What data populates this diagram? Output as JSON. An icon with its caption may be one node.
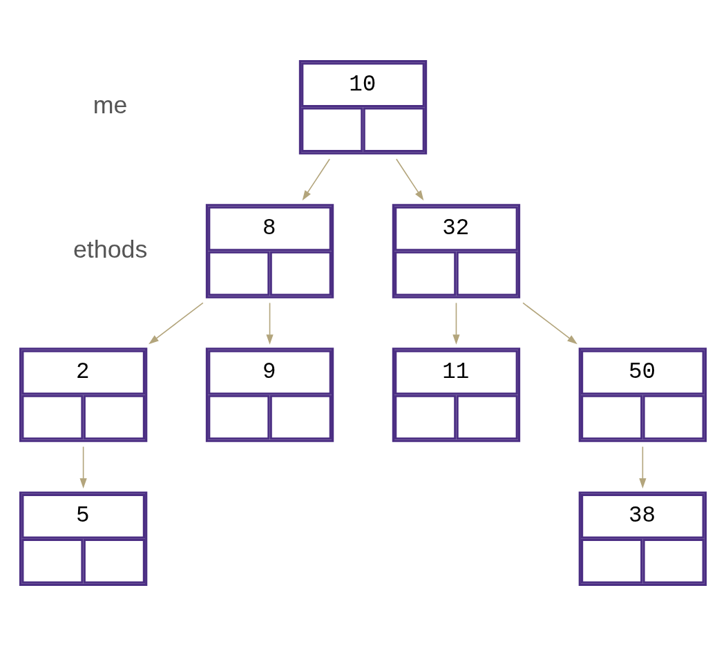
{
  "diagram": {
    "nodes": [
      {
        "text": [
          "10"
        ]
      },
      {
        "text": [
          "8"
        ]
      },
      {
        "text": [
          "32"
        ]
      },
      {
        "text": [
          "2"
        ]
      },
      {
        "text": [
          "9"
        ]
      },
      {
        "text": [
          "11"
        ]
      },
      {
        "text": [
          "50"
        ]
      },
      {
        "text": [
          "5"
        ]
      },
      {
        "text": [
          "38"
        ]
      }
    ],
    "edges": [
      {
        "from": 0,
        "to": 1,
        "arrow": "to"
      },
      {
        "from": 0,
        "to": 2,
        "arrow": "to"
      },
      {
        "from": 1,
        "to": 3,
        "arrow": "to"
      },
      {
        "from": 1,
        "to": 4,
        "arrow": "to"
      },
      {
        "from": 2,
        "to": 5,
        "arrow": "to"
      },
      {
        "from": 2,
        "to": 6,
        "arrow": "to"
      },
      {
        "from": 3,
        "to": 7,
        "arrow": "to"
      },
      {
        "from": 6,
        "to": 8,
        "arrow": "to"
      }
    ],
    "labels": [
      "me",
      "ethods"
    ]
  }
}
